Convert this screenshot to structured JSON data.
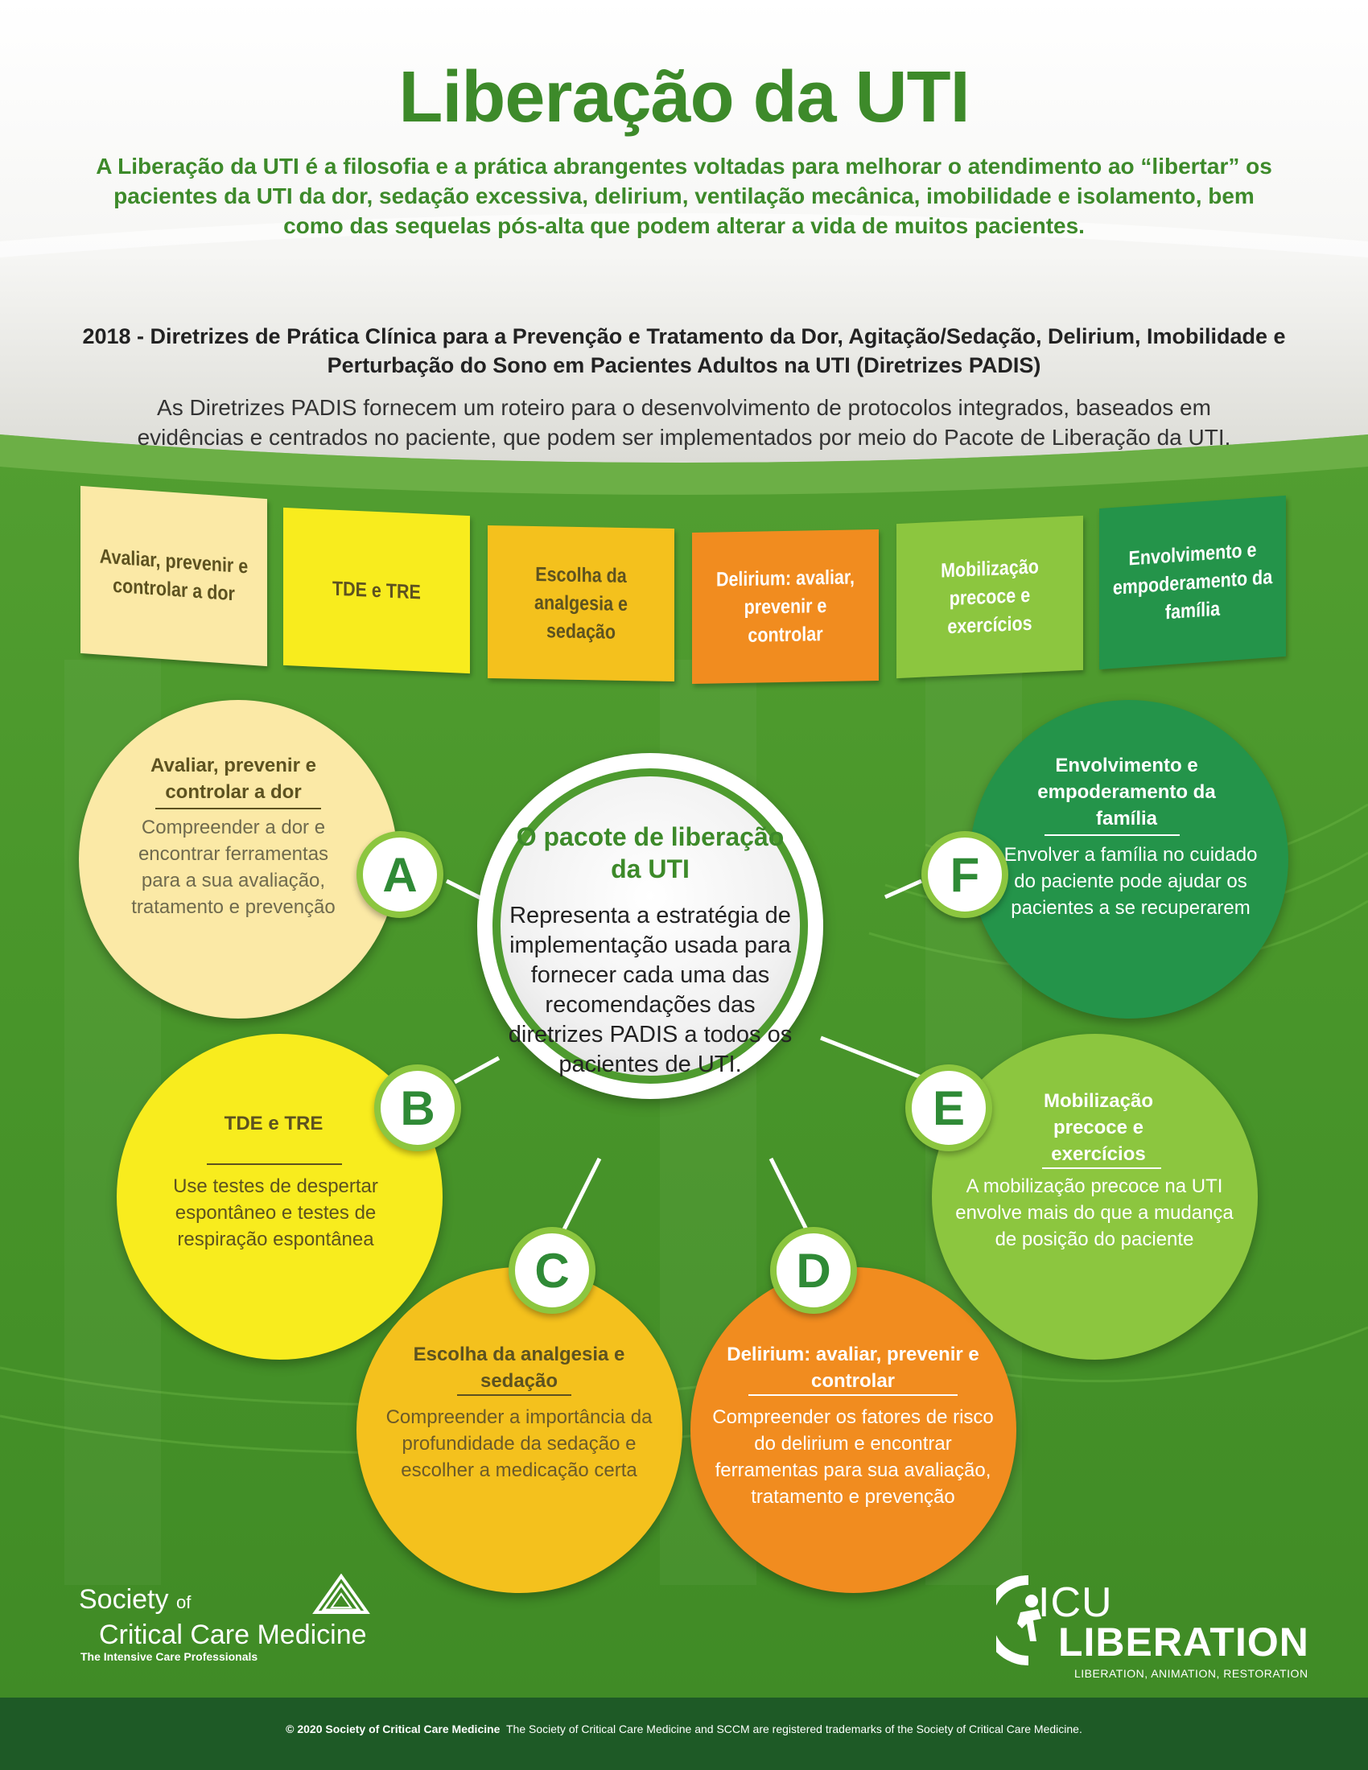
{
  "title": "Liberação da UTI",
  "intro": "A Liberação da UTI é a filosofia e a prática abrangentes voltadas para melhorar o atendimento ao “libertar” os pacientes da UTI da dor, sedação excessiva, delirium, ventilação mecânica, imobilidade e isolamento, bem como das sequelas pós-alta que podem alterar a vida de muitos pacientes.",
  "padis": {
    "title": "2018 - Diretrizes de Prática Clínica para a Prevenção e Tratamento da Dor, Agitação/Sedação, Delirium, Imobilidade e Perturbação do Sono em Pacientes Adultos na UTI (Diretrizes PADIS)",
    "description": "As Diretrizes PADIS fornecem um roteiro para o desenvolvimento de protocolos integrados, baseados em evidências e centrados no paciente, que podem ser implementados por meio do Pacote de Liberação da UTI."
  },
  "bands": [
    {
      "label": "Avaliar, prevenir e controlar a dor",
      "color": "#fbe9a6",
      "text_color": "#5d5220"
    },
    {
      "label": "TDE e TRE",
      "color": "#f8ec1e",
      "text_color": "#5d5220"
    },
    {
      "label": "Escolha da analgesia e sedação",
      "color": "#f4c11d",
      "text_color": "#5d5220"
    },
    {
      "label": "Delirium: avaliar, prevenir e controlar",
      "color": "#f18c1f",
      "text_color": "#ffffff"
    },
    {
      "label": "Mobilização precoce e exercícios",
      "color": "#8cc63f",
      "text_color": "#ffffff"
    },
    {
      "label": "Envolvimento e empoderamento da família",
      "color": "#24944a",
      "text_color": "#ffffff"
    }
  ],
  "center": {
    "title": "O pacote de liberação da UTI",
    "body": "Representa a estratégia de implementação usada para fornecer cada uma das recomendações das diretrizes PADIS a todos os pacientes de UTI."
  },
  "elements": [
    {
      "letter": "A",
      "heading": "Avaliar, prevenir e controlar a dor",
      "body": "Compreender a dor e encontrar ferramentas para a sua avaliação, tratamento e prevenção",
      "color": "#fbe9a6",
      "heading_color": "#5d5220",
      "body_color": "#6f6a4e"
    },
    {
      "letter": "B",
      "heading": "TDE e TRE",
      "body": "Use testes de despertar espontâneo e testes de respiração espontânea",
      "color": "#f8ec1e",
      "heading_color": "#5d5220",
      "body_color": "#5d5220"
    },
    {
      "letter": "C",
      "heading": "Escolha da analgesia e sedação",
      "body": "Compreender a importância da profundidade da sedação e escolher a medicação certa",
      "color": "#f4c11d",
      "heading_color": "#5d5220",
      "body_color": "#6b5a2a"
    },
    {
      "letter": "D",
      "heading": "Delirium: avaliar, prevenir e controlar",
      "body": "Compreender os fatores de risco do delirium e encontrar ferramentas para sua avaliação, tratamento e prevenção",
      "color": "#f18c1f",
      "heading_color": "#ffffff",
      "body_color": "#ffffff"
    },
    {
      "letter": "E",
      "heading": "Mobilização precoce e exercícios",
      "body": "A mobilização precoce na UTI envolve mais do que a mudança de posição do paciente",
      "color": "#8cc63f",
      "heading_color": "#ffffff",
      "body_color": "#ffffff"
    },
    {
      "letter": "F",
      "heading": "Envolvimento e empoderamento da família",
      "body": "Envolver a família no cuidado do paciente pode ajudar os pacientes a se recuperarem",
      "color": "#24944a",
      "heading_color": "#ffffff",
      "body_color": "#ffffff"
    }
  ],
  "logos": {
    "sccm_line1": "Society",
    "sccm_of": "of",
    "sccm_line2": "Critical Care Medicine",
    "sccm_tagline": "The Intensive Care Professionals",
    "icu_line1": "ICU",
    "icu_line2": "LIBERATION",
    "icu_tagline": "LIBERATION, ANIMATION, RESTORATION"
  },
  "footer": {
    "copyright": "© 2020 Society of Critical Care Medicine",
    "trademark": "The Society of Critical Care Medicine and SCCM are registered trademarks of the Society of Critical Care Medicine."
  },
  "colors": {
    "title_green": "#3d8a2a",
    "background_green": "#4d9a2c",
    "footer_green": "#1e5a26",
    "badge_border": "#8cc63f"
  }
}
